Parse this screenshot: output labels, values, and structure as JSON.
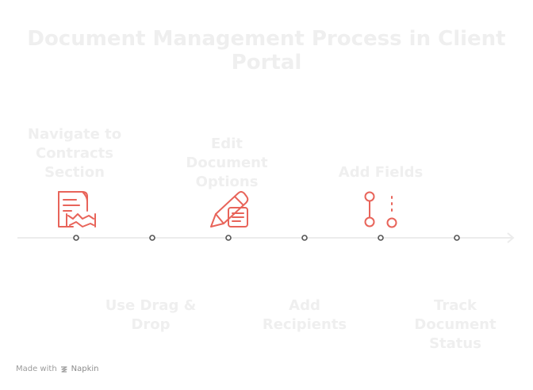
{
  "title_lines": [
    "Document Management Process in Client",
    "Portal"
  ],
  "steps": [
    {
      "lines": [
        "Navigate to",
        "Contracts",
        "Section"
      ],
      "icon": "contract-handshake-icon"
    },
    {
      "lines": [
        "Use Drag &",
        "Drop"
      ],
      "icon": ""
    },
    {
      "lines": [
        "Edit",
        "Document",
        "Options"
      ],
      "icon": "edit-document-icon"
    },
    {
      "lines": [
        "Add",
        "Recipients"
      ],
      "icon": ""
    },
    {
      "lines": [
        "Add Fields"
      ],
      "icon": "pull-request-icon"
    },
    {
      "lines": [
        "Track",
        "Document",
        "Status"
      ],
      "icon": ""
    }
  ],
  "footer": {
    "made_with": "Made with",
    "brand": "Napkin"
  },
  "colors": {
    "accent": "#e8645a",
    "line": "#ececec",
    "dot": "#555555",
    "text": "#efefef"
  }
}
